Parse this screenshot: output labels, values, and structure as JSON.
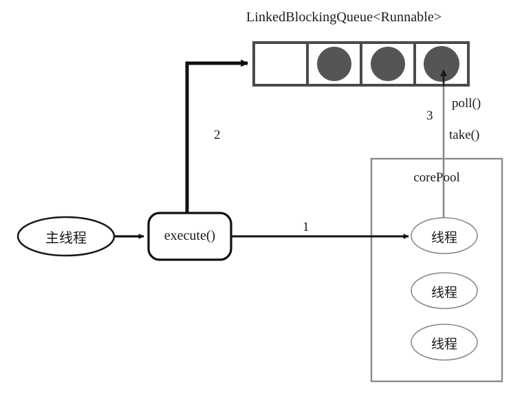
{
  "diagram": {
    "title": "LinkedBlockingQueue<Runnable>",
    "queue": {
      "label": "LinkedBlockingQueue<Runnable>",
      "cells": [
        {
          "filled": false
        },
        {
          "filled": true
        },
        {
          "filled": true
        },
        {
          "filled": true
        }
      ],
      "border_color": "#4a4a4a",
      "task_color": "#555555"
    },
    "main_thread": {
      "label": "主线程",
      "shape": "ellipse",
      "border_color": "#1a1a1a"
    },
    "execute_box": {
      "label": "execute()",
      "shape": "rounded-rect",
      "border_color": "#111111"
    },
    "core_pool": {
      "label": "corePool",
      "border_color": "#8a8a8a",
      "threads": [
        {
          "label": "线程"
        },
        {
          "label": "线程"
        },
        {
          "label": "线程"
        }
      ]
    },
    "steps": [
      {
        "id": "1",
        "label": "1",
        "from": "execute()",
        "to": "线程"
      },
      {
        "id": "2",
        "label": "2",
        "from": "execute()",
        "to": "LinkedBlockingQueue<Runnable>"
      },
      {
        "id": "3",
        "label": "3",
        "from": "线程",
        "to": "LinkedBlockingQueue<Runnable>"
      }
    ],
    "annotations": [
      {
        "label": "poll()"
      },
      {
        "label": "take()"
      }
    ],
    "colors": {
      "stroke_dark": "#111111",
      "stroke_gray": "#8a8a8a",
      "queue_border": "#4a4a4a",
      "task_fill": "#555555",
      "background": "#ffffff"
    }
  }
}
